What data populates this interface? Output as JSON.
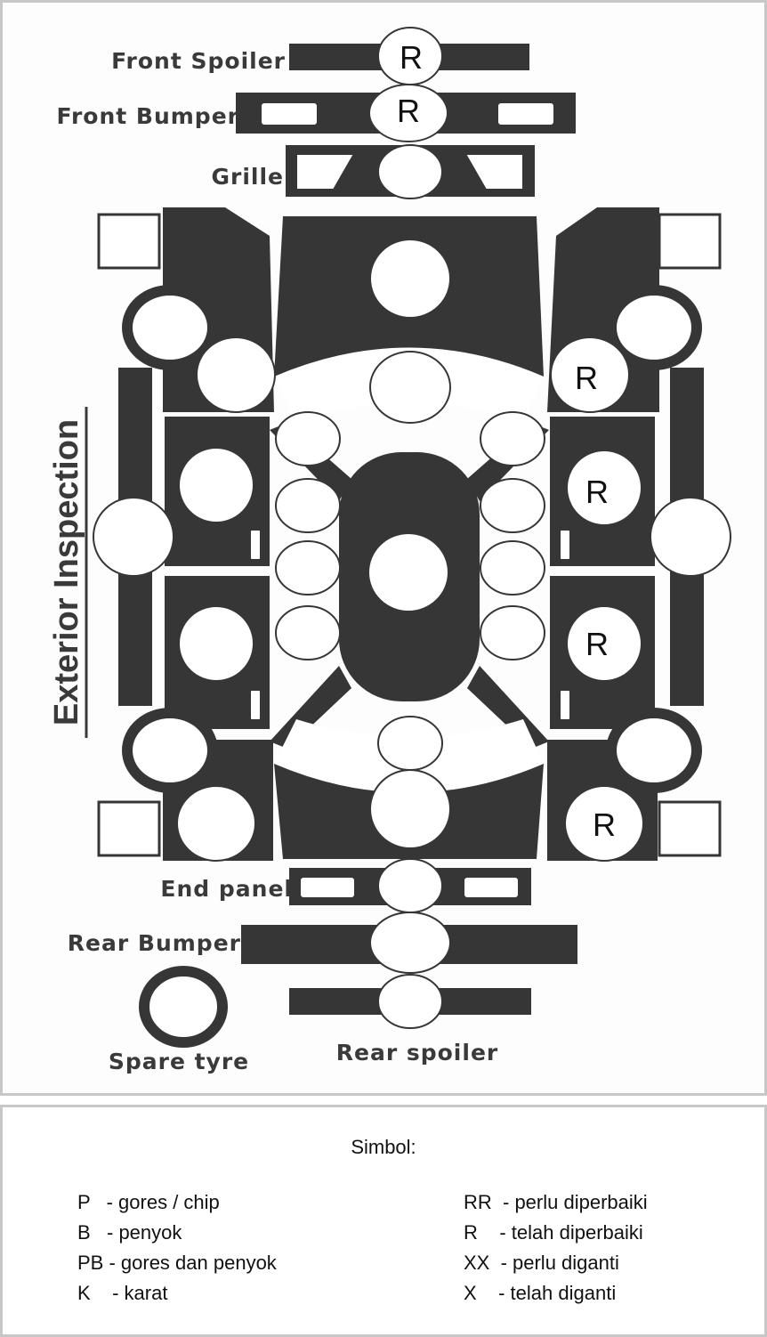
{
  "diagram": {
    "title": "Exterior Inspection",
    "labels": {
      "front_spoiler": "Front Spoiler",
      "front_bumper": "Front Bumper",
      "grille": "Grille",
      "end_panel": "End panel",
      "rear_bumper": "Rear Bumper",
      "spare_tyre": "Spare tyre",
      "rear_spoiler": "Rear spoiler"
    },
    "marks": {
      "front_spoiler": "R",
      "front_bumper": "R",
      "right_front_fender": "R",
      "right_front_door": "R",
      "right_rear_door": "R",
      "right_rear_quarter": "R"
    },
    "colors": {
      "panel": "#363636",
      "circle_fill": "#ffffff"
    }
  },
  "legend": {
    "title": "Simbol:",
    "left": [
      "P   - gores / chip",
      "B   - penyok",
      "PB - gores dan penyok",
      "K    - karat"
    ],
    "right": [
      "RR  - perlu diperbaiki",
      "R    - telah diperbaiki",
      "XX  - perlu diganti",
      "X    - telah diganti"
    ]
  }
}
